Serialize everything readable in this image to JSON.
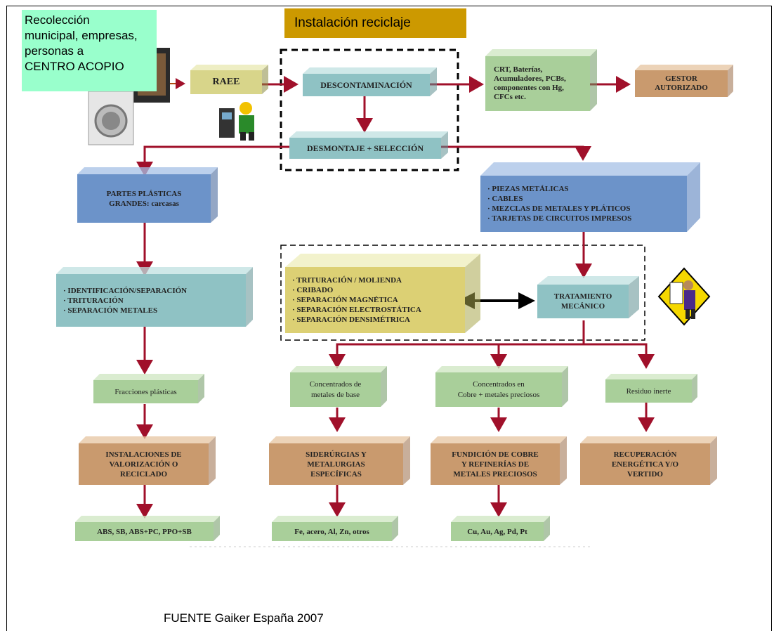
{
  "note": {
    "lines": [
      "Recolección",
      "municipal, empresas,",
      "personas a",
      "CENTRO ACOPIO"
    ]
  },
  "installation_label": "Instalación reciclaje",
  "source": "FUENTE Gaiker España 2007",
  "boxes": {
    "raee": "RAEE",
    "descontaminacion": "DESCONTAMINACIÓN",
    "crt": [
      "CRT, Baterías,",
      "Acumuladores, PCBs,",
      "componentes con Hg,",
      "CFCs etc."
    ],
    "gestor": [
      "GESTOR",
      "AUTORIZADO"
    ],
    "desmontaje": "DESMONTAJE + SELECCIÓN",
    "partes": [
      "PARTES PLÁSTICAS",
      "GRANDES: carcasas"
    ],
    "piezas": [
      "· PIEZAS  METÁLICAS",
      "· CABLES",
      "· MEZCLAS DE METALES Y PLÁTICOS",
      "· TARJETAS DE CIRCUITOS IMPRESOS"
    ],
    "identificacion": [
      "· IDENTIFICACIÓN/SEPARACIÓN",
      "· TRITURACIÓN",
      "· SEPARACIÓN METALES"
    ],
    "trituracion": [
      "· TRITURACIÓN / MOLIENDA",
      "· CRIBADO",
      "· SEPARACIÓN MAGNÉTICA",
      "· SEPARACIÓN ELECTROSTÁTICA",
      "· SEPARACIÓN DENSIMÉTRICA"
    ],
    "tratamiento": [
      "TRATAMIENTO",
      "MECÁNICO"
    ],
    "fracciones": "Fracciones plásticas",
    "concentrados_base": [
      "Concentrados de",
      "metales de base"
    ],
    "concentrados_cobre": [
      "Concentrados en",
      "Cobre + metales preciosos"
    ],
    "residuo": "Residuo inerte",
    "instalaciones": [
      "INSTALACIONES DE",
      "VALORIZACIÓN O",
      "RECICLADO"
    ],
    "siderurgias": [
      "SIDERÚRGIAS Y",
      "METALURGIAS",
      "ESPECÍFICAS"
    ],
    "fundicion": [
      "FUNDICIÓN DE COBRE",
      "Y REFINERÍAS DE",
      "METALES PRECIOSOS"
    ],
    "recuperacion": [
      "RECUPERACIÓN",
      "ENERGÉTICA Y/O",
      "VERTIDO"
    ],
    "abs": "ABS, SB, ABS+PC, PPO+SB",
    "fe": "Fe, acero, Al, Zn, otros",
    "cu": "Cu, Au, Ag, Pd, Pt"
  },
  "colors": {
    "arrow": "#a0102a",
    "green": "#a9cf9a",
    "teal": "#8fc2c4",
    "blue": "#6c93c9",
    "brown": "#c99a6e",
    "khaki": "#d8d58a"
  }
}
